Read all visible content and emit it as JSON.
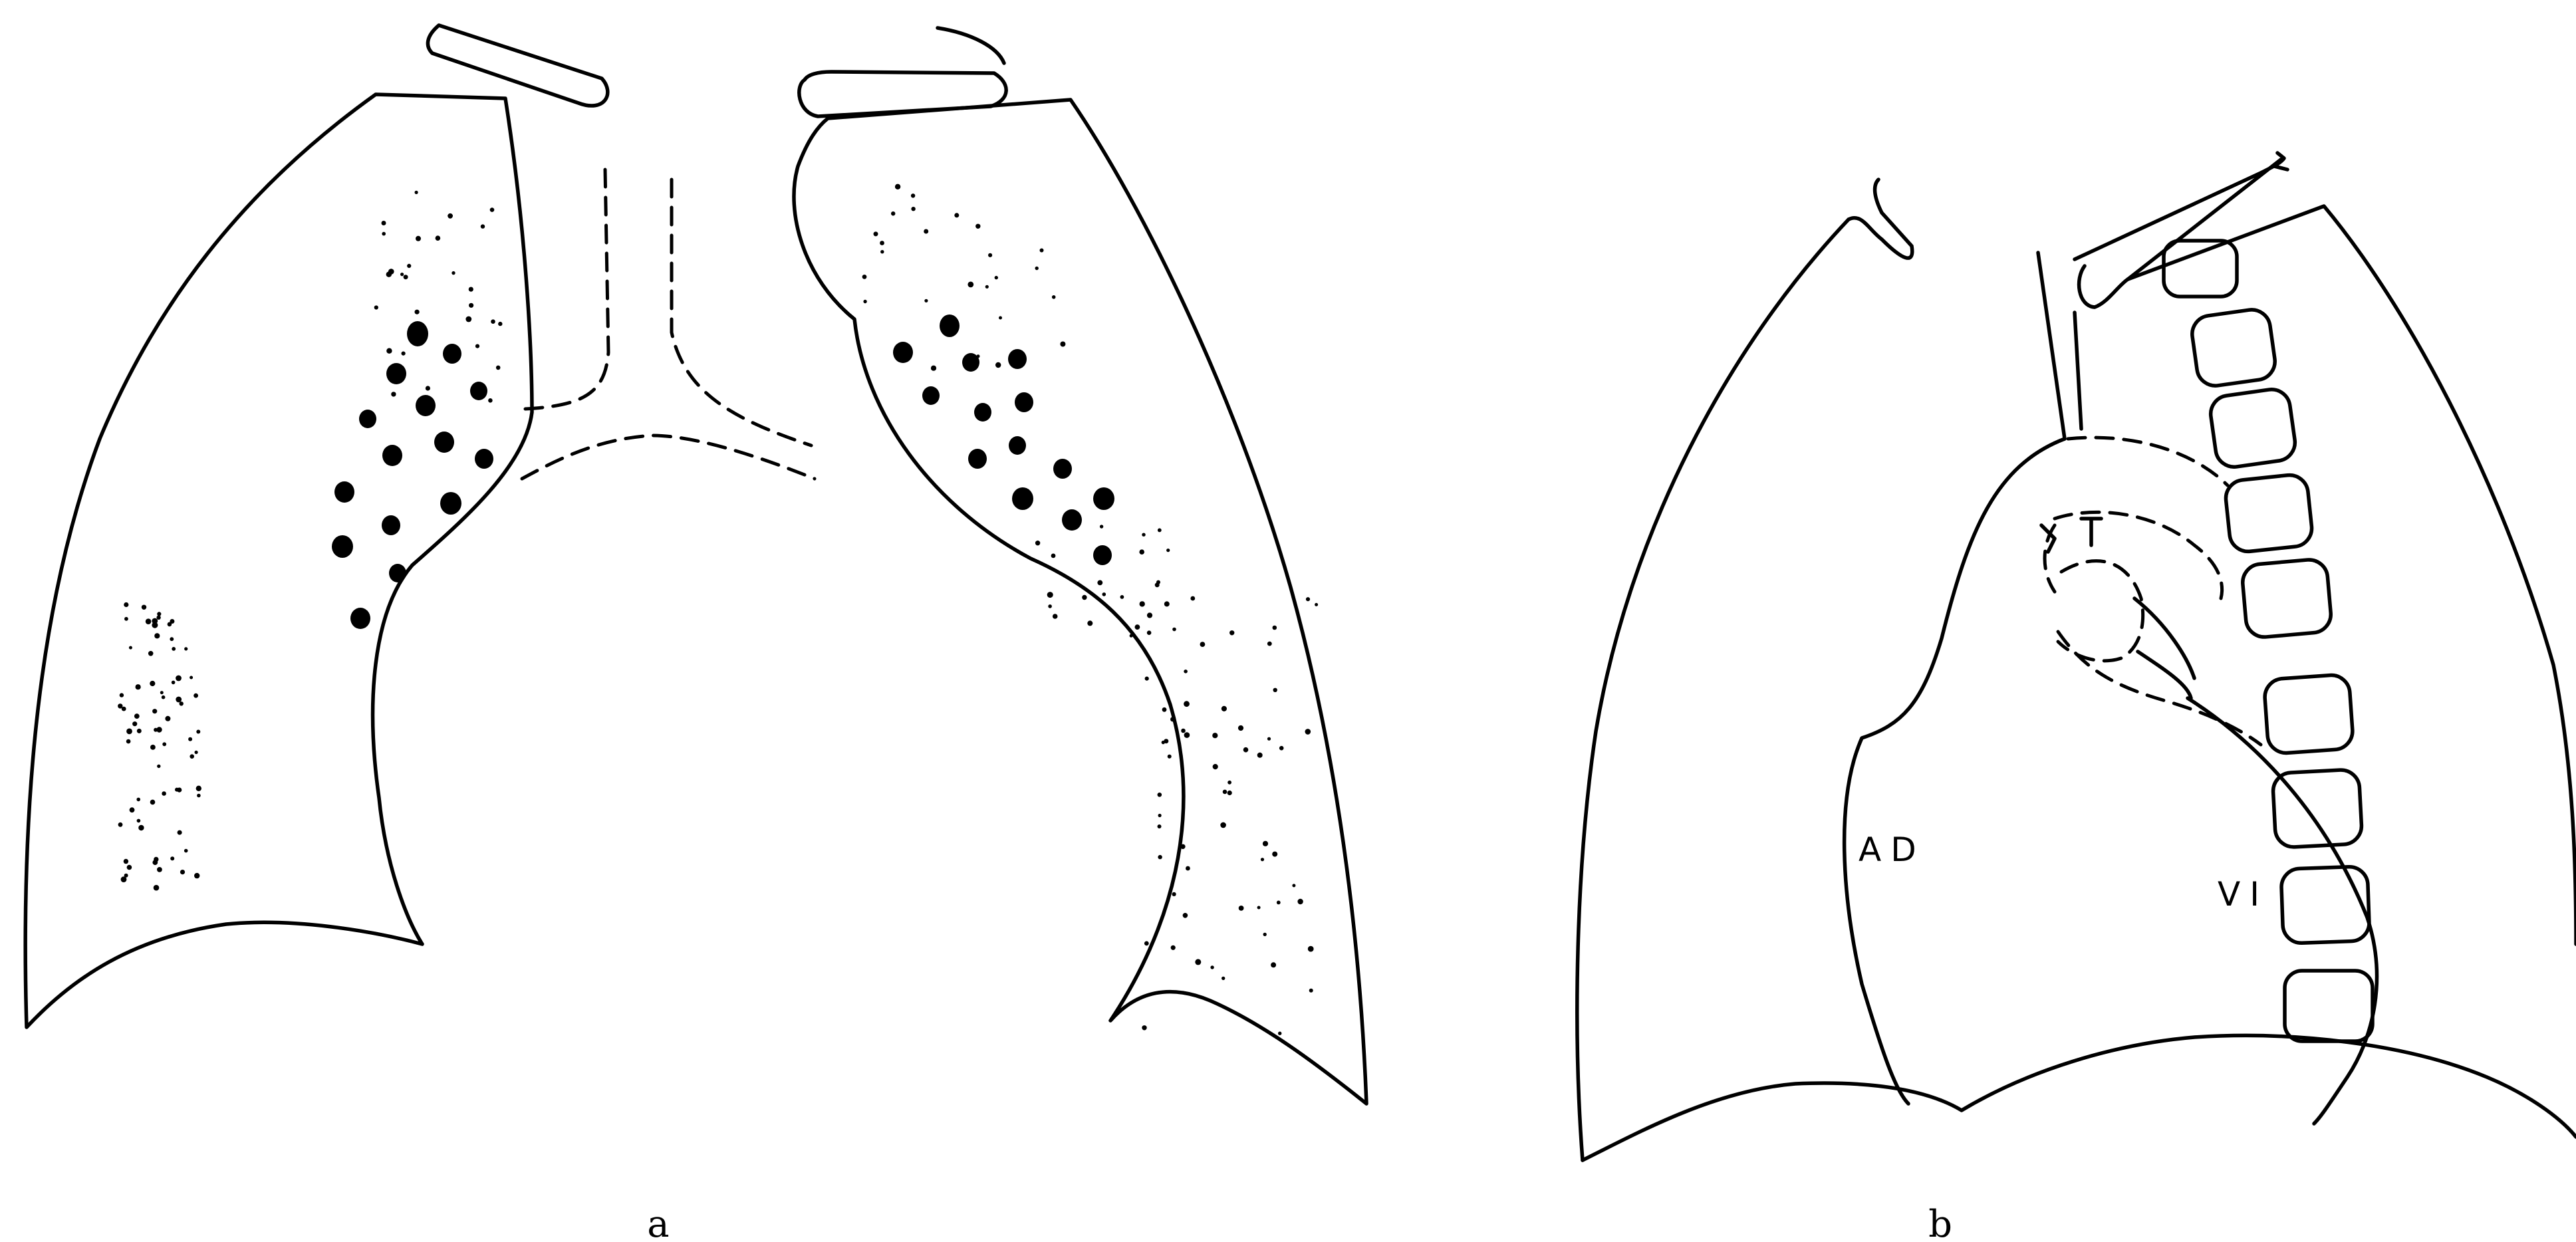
{
  "panels": {
    "a": {
      "letter": "a"
    },
    "b": {
      "letter": "b",
      "labels": {
        "ad": "AD",
        "vi": "VI"
      }
    }
  }
}
